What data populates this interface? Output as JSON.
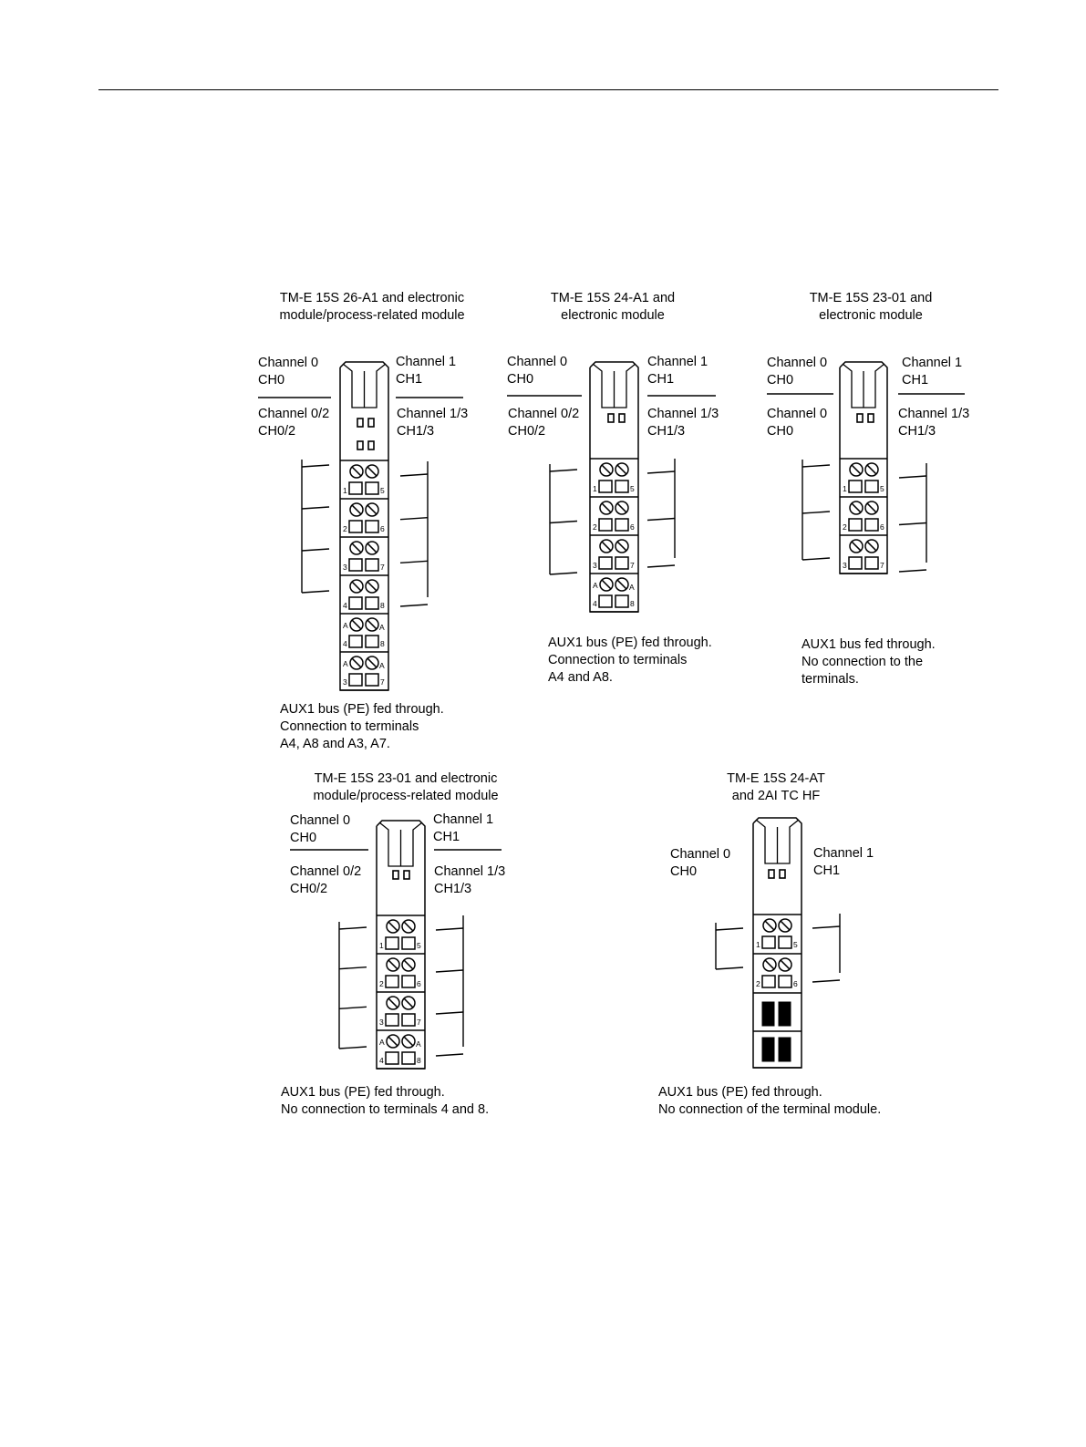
{
  "modules": [
    {
      "title_lines": [
        "TM-E 15S 26-A1 and electronic",
        "module/process-related module"
      ],
      "top_left": [
        "Channel 0",
        "CH0"
      ],
      "top_right": [
        "Channel 1",
        "CH1"
      ],
      "bottom_left": [
        "Channel 0/2",
        "CH0/2"
      ],
      "bottom_right": [
        "Channel 1/3",
        "CH1/3"
      ],
      "terminals": [
        {
          "l": "1",
          "r": "5"
        },
        {
          "l": "2",
          "r": "6"
        },
        {
          "l": "3",
          "r": "7"
        },
        {
          "l": "4",
          "r": "8"
        },
        {
          "l": "4",
          "r": "8",
          "a": "A"
        },
        {
          "l": "3",
          "r": "7",
          "a": "A"
        }
      ],
      "note_lines": [
        "AUX1 bus (PE) fed through.",
        "Connection to terminals",
        "A4, A8 and A3, A7."
      ]
    },
    {
      "title_lines": [
        "TM-E 15S 24-A1 and",
        "electronic module"
      ],
      "top_left": [
        "Channel 0",
        "CH0"
      ],
      "top_right": [
        "Channel 1",
        "CH1"
      ],
      "bottom_left": [
        "Channel 0/2",
        "CH0/2"
      ],
      "bottom_right": [
        "Channel 1/3",
        "CH1/3"
      ],
      "terminals": [
        {
          "l": "1",
          "r": "5"
        },
        {
          "l": "2",
          "r": "6"
        },
        {
          "l": "3",
          "r": "7"
        },
        {
          "l": "4",
          "r": "8",
          "a": "A"
        }
      ],
      "note_lines": [
        "AUX1 bus (PE) fed through.",
        "Connection to terminals",
        "A4 and A8."
      ]
    },
    {
      "title_lines": [
        "TM-E 15S 23-01 and",
        "electronic module"
      ],
      "top_left": [
        "Channel 0",
        "CH0"
      ],
      "top_right": [
        "Channel 1",
        "CH1"
      ],
      "bottom_left": [
        "Channel 0",
        "CH0"
      ],
      "bottom_right": [
        "Channel 1/3",
        "CH1/3"
      ],
      "terminals": [
        {
          "l": "1",
          "r": "5"
        },
        {
          "l": "2",
          "r": "6"
        },
        {
          "l": "3",
          "r": "7"
        }
      ],
      "note_lines": [
        "AUX1 bus fed through.",
        "No connection to the",
        "terminals."
      ]
    },
    {
      "title_lines": [
        "TM-E 15S 23-01 and electronic",
        "module/process-related module"
      ],
      "top_left": [
        "Channel 0",
        "CH0"
      ],
      "top_right": [
        "Channel 1",
        "CH1"
      ],
      "bottom_left": [
        "Channel 0/2",
        "CH0/2"
      ],
      "bottom_right": [
        "Channel 1/3",
        "CH1/3"
      ],
      "terminals": [
        {
          "l": "1",
          "r": "5"
        },
        {
          "l": "2",
          "r": "6"
        },
        {
          "l": "3",
          "r": "7"
        },
        {
          "l": "4",
          "r": "8",
          "a": "A"
        }
      ],
      "note_lines": [
        "AUX1 bus (PE) fed through.",
        "No connection to terminals 4 and 8."
      ]
    },
    {
      "title_lines": [
        "TM-E 15S 24-AT",
        "and 2AI TC HF"
      ],
      "top_left": [
        "Channel 0",
        "CH0"
      ],
      "top_right": [
        "Channel 1",
        "CH1"
      ],
      "terminals": [
        {
          "l": "1",
          "r": "5"
        },
        {
          "l": "2",
          "r": "6"
        }
      ],
      "note_lines": [
        "AUX1 bus (PE) fed through.",
        "No connection of the terminal module."
      ]
    }
  ]
}
